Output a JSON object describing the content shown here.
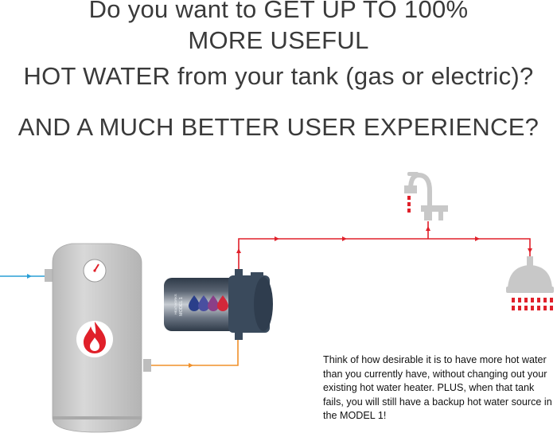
{
  "headline": {
    "line1": "Do you want to GET UP TO 100%",
    "line2": "MORE USEFUL",
    "line3": "HOT WATER from your tank (gas or electric)?",
    "line4": "AND A MUCH BETTER USER EXPERIENCE?"
  },
  "unit_label": {
    "brand": "HEATWORKS",
    "model": "MODEL 1"
  },
  "caption": "Think of how desirable it is to have more hot water than you currently have, without changing out your existing hot water heater. PLUS, when that tank fails, you will still have a backup hot water source in the MODEL 1!",
  "colors": {
    "cold_line": "#2a9fd6",
    "warm_line": "#f0902a",
    "hot_line": "#e0202a",
    "tank_gray": "#c8c8c8",
    "unit_dark": "#3a4a5c"
  },
  "icons": [
    "tank-icon",
    "gauge-icon",
    "flame-icon",
    "heatworks-unit-icon",
    "faucet-icon",
    "shower-head-icon"
  ]
}
